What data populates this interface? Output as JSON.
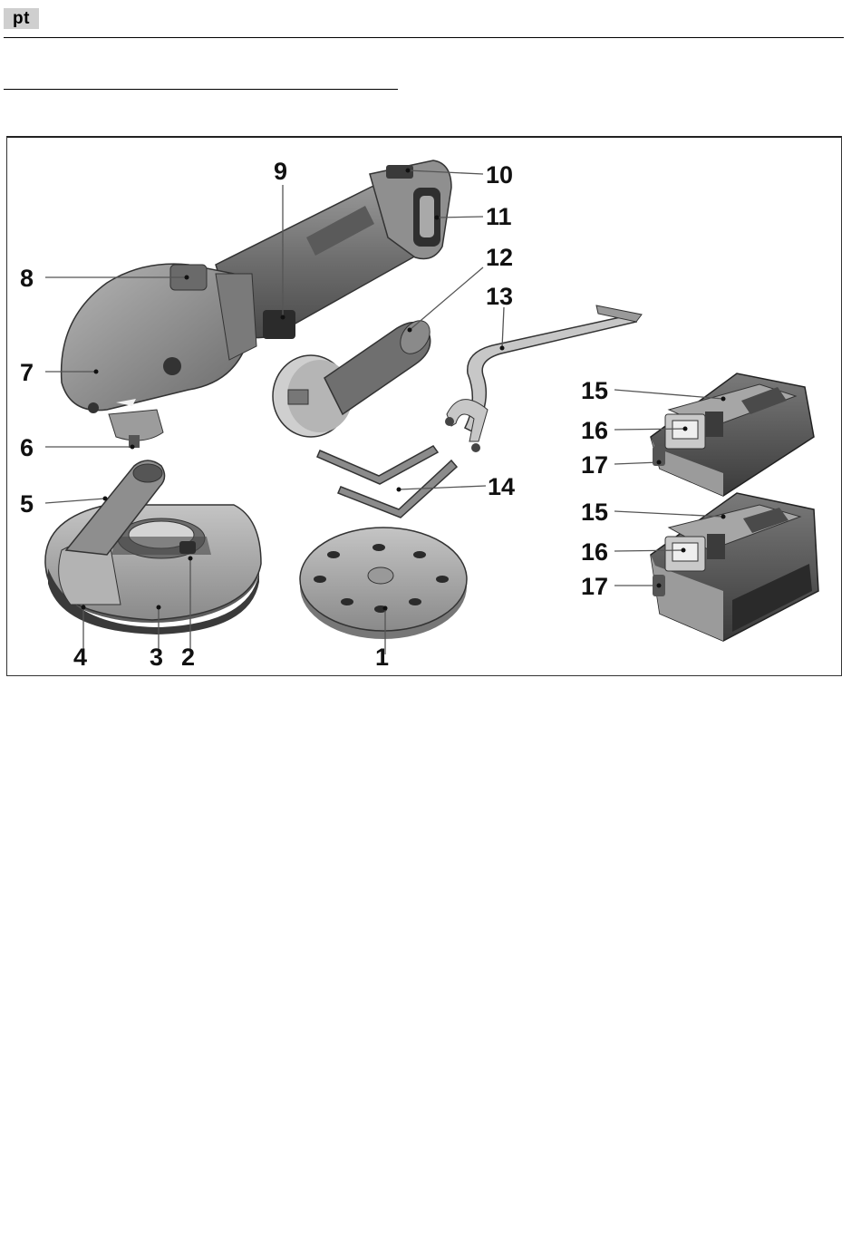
{
  "header": {
    "language_tag": "pt"
  },
  "figure": {
    "callouts": [
      "1",
      "2",
      "3",
      "4",
      "5",
      "6",
      "7",
      "8",
      "9",
      "10",
      "11",
      "12",
      "13",
      "14",
      "15",
      "16",
      "17",
      "15",
      "16",
      "17"
    ]
  }
}
